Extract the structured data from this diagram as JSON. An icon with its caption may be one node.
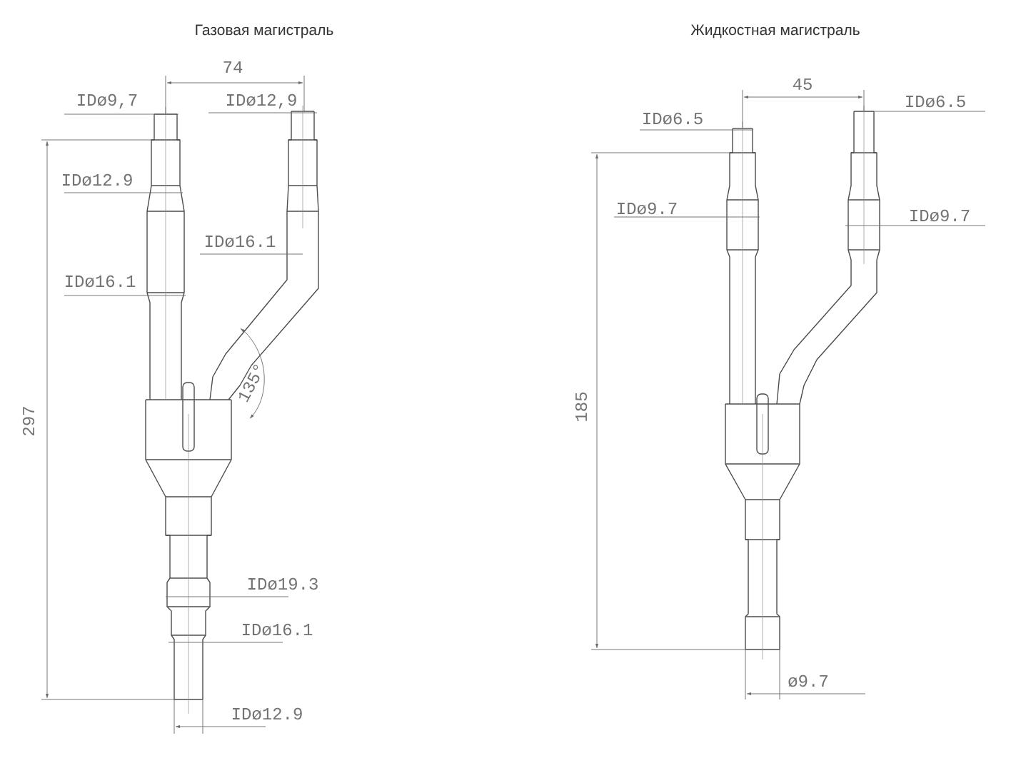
{
  "diagram": {
    "labels": [
      "Газовая магистраль",
      "74",
      "IDø9,7",
      "IDø12,9",
      "IDø12.9",
      "IDø16.1",
      "IDø16.1",
      "297",
      "135°",
      "IDø19.3",
      "IDø16.1",
      "IDø12.9",
      "Жидкостная магистраль",
      "45",
      "IDø6.5",
      "IDø6.5",
      "IDø9.7",
      "IDø9.7",
      "185",
      "ø9.7"
    ]
  }
}
